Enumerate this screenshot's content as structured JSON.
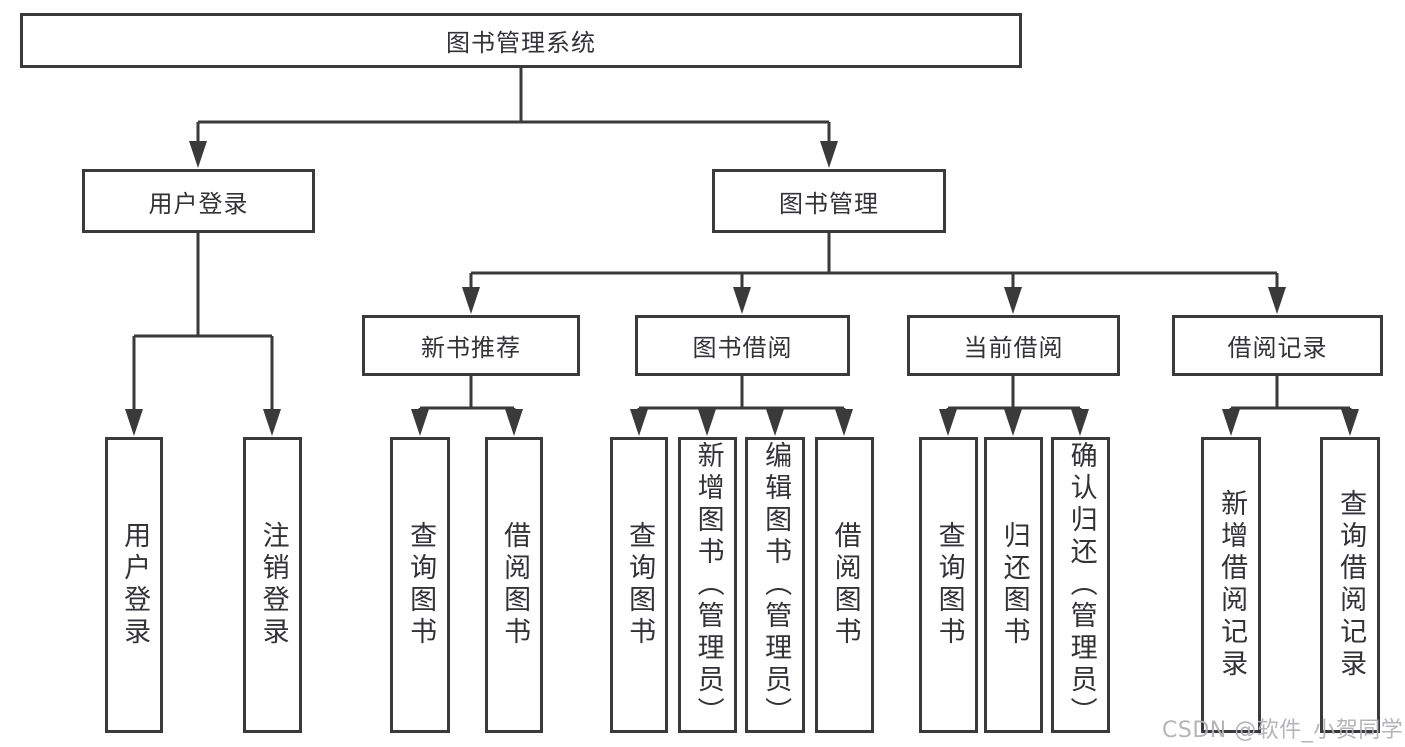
{
  "diagram": {
    "root": {
      "label": "图书管理系统"
    },
    "branches": [
      {
        "label": "用户登录",
        "children": [
          {
            "label": "用户登录"
          },
          {
            "label": "注销登录"
          }
        ]
      },
      {
        "label": "图书管理",
        "children": [
          {
            "label": "新书推荐",
            "children": [
              {
                "label": "查询图书"
              },
              {
                "label": "借阅图书"
              }
            ]
          },
          {
            "label": "图书借阅",
            "children": [
              {
                "label": "查询图书"
              },
              {
                "label": "新增图书（管理员）"
              },
              {
                "label": "编辑图书（管理员）"
              },
              {
                "label": "借阅图书"
              }
            ]
          },
          {
            "label": "当前借阅",
            "children": [
              {
                "label": "查询图书"
              },
              {
                "label": "归还图书"
              },
              {
                "label": "确认归还（管理员）"
              }
            ]
          },
          {
            "label": "借阅记录",
            "children": [
              {
                "label": "新增借阅记录"
              },
              {
                "label": "查询借阅记录"
              }
            ]
          }
        ]
      }
    ]
  },
  "watermark": {
    "text": "CSDN @软件_小贺同学"
  },
  "colors": {
    "line": "#3a3a3a",
    "box_border": "#3a3a3a",
    "text": "#323237",
    "watermark": "#b0b0b5",
    "background": "#ffffff"
  }
}
